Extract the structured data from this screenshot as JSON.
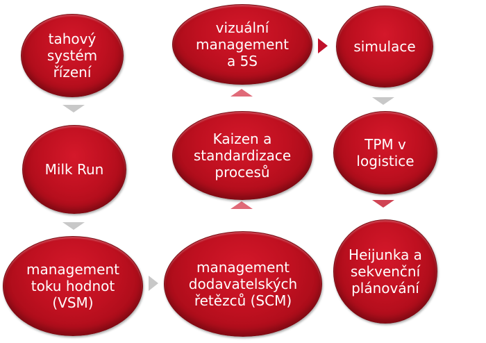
{
  "nodes": {
    "tahovy": "tahový\nsystém\nřízení",
    "milkrun": "Milk Run",
    "vsm": "management\ntoku hodnot\n(VSM)",
    "scm": "management\ndodavatelských\nřetězců (SCM)",
    "kaizen": "Kaizen a\nstandardizace\nprocesů",
    "vizualni": "vizuální\nmanagement\na 5S",
    "simulace": "simulace",
    "tpm": "TPM v\nlogistice",
    "heijunka": "Heijunka a\nsekvenční\nplánování"
  },
  "colors": {
    "node_fill": "#bf1020",
    "arrow_gray": "#c8c8c8",
    "arrow_red": "#c0102a"
  }
}
